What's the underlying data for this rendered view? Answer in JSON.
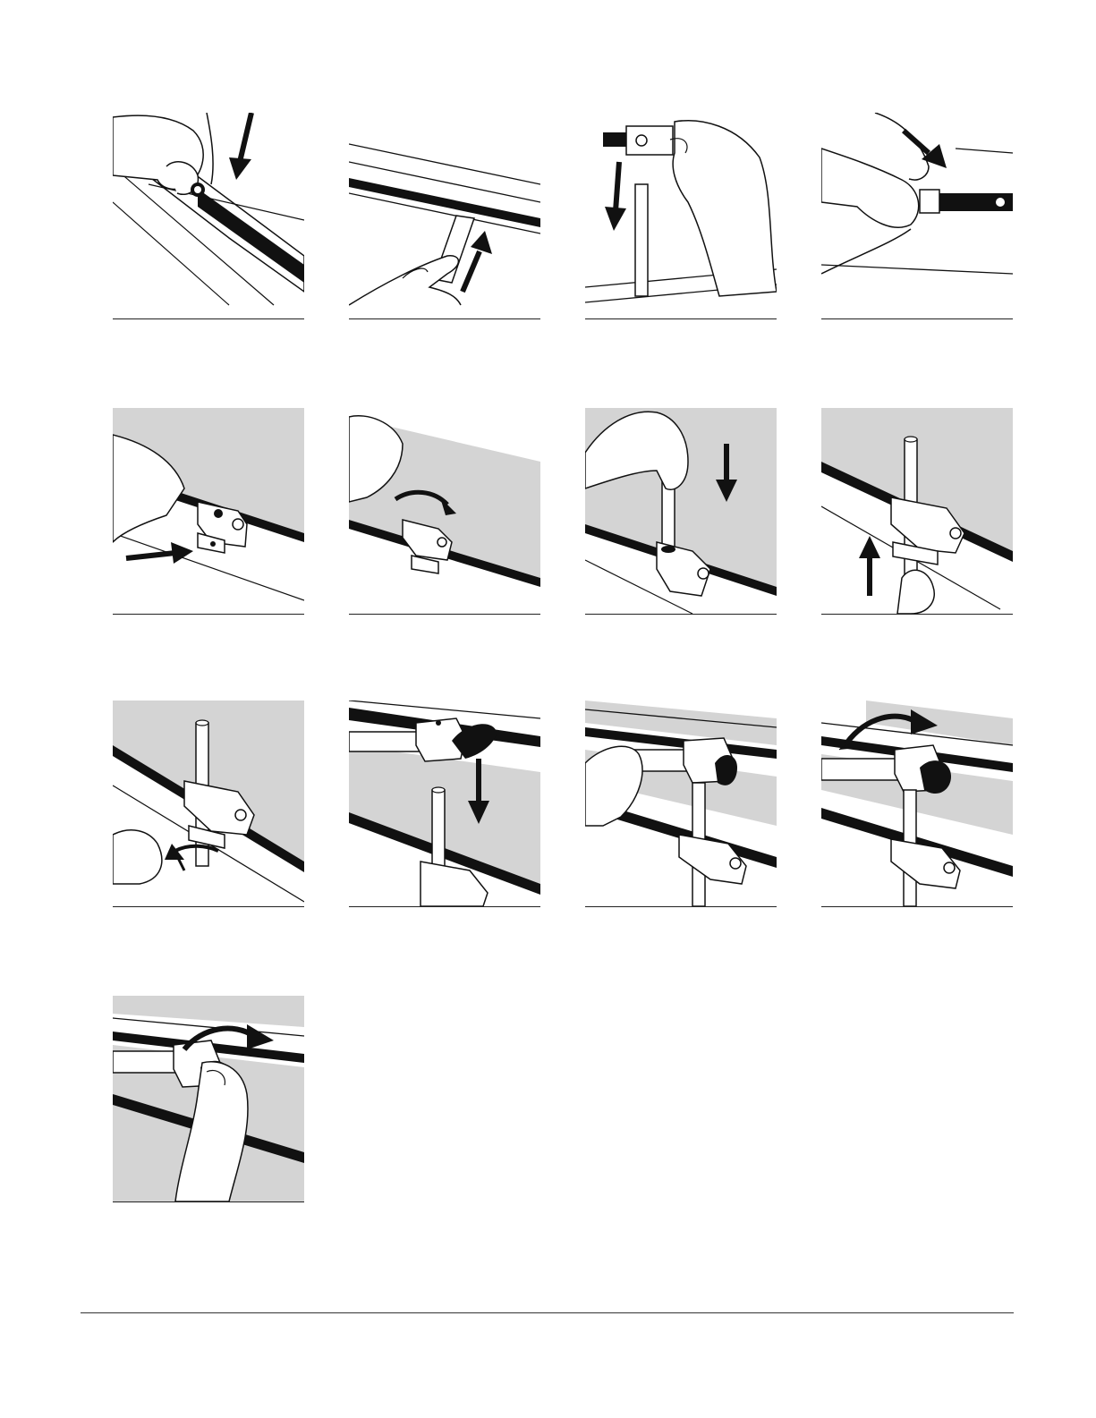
{
  "colors": {
    "ink": "#111111",
    "panel_gray": "#d4d4d4",
    "paper": "#ffffff"
  },
  "steps": [
    {
      "id": 1,
      "icon": "insert-pin-into-rail-icon"
    },
    {
      "id": 2,
      "icon": "slide-slider-along-rail-icon"
    },
    {
      "id": 3,
      "icon": "place-clamp-on-rod-icon"
    },
    {
      "id": 4,
      "icon": "tighten-thumbscrew-icon"
    },
    {
      "id": 5,
      "icon": "push-bracket-onto-edge-icon"
    },
    {
      "id": 6,
      "icon": "rotate-bracket-icon"
    },
    {
      "id": 7,
      "icon": "insert-rod-into-bracket-icon"
    },
    {
      "id": 8,
      "icon": "push-rod-up-icon"
    },
    {
      "id": 9,
      "icon": "tighten-with-hex-key-icon"
    },
    {
      "id": 10,
      "icon": "lower-crossbar-onto-rod-icon"
    },
    {
      "id": 11,
      "icon": "seat-crossbar-clamp-icon"
    },
    {
      "id": 12,
      "icon": "rotate-crossbar-clamp-icon"
    },
    {
      "id": 13,
      "icon": "final-turn-clamp-icon"
    }
  ]
}
